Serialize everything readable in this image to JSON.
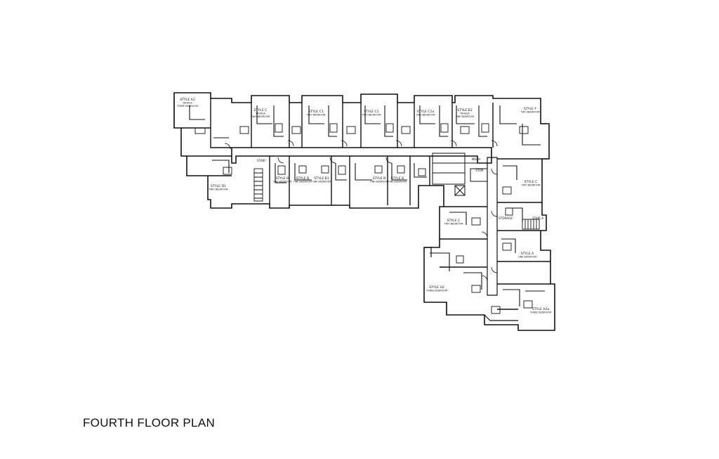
{
  "caption": "FOURTH FLOOR PLAN",
  "colors": {
    "line": "#111111",
    "background": "#ffffff"
  },
  "units": [
    {
      "name": "STYLE A2",
      "sub": [
        "YAHASA",
        "THREE BEDROOM"
      ]
    },
    {
      "name": "STYLE C",
      "sub": [
        "YAHASA",
        "TWO BEDROOM"
      ]
    },
    {
      "name": "STYLE C1",
      "sub": [
        "TWO BEDROOM"
      ]
    },
    {
      "name": "STYLE C1",
      "sub": [
        "TWO BEDROOM"
      ]
    },
    {
      "name": "STYLE C1a",
      "sub": [
        "TWO BEDROOM"
      ]
    },
    {
      "name": "STYLE B2",
      "sub": [
        "YAHASA",
        "ONE BEDROOM"
      ]
    },
    {
      "name": "STYLE F",
      "sub": [
        "TWO BEDROOM"
      ]
    },
    {
      "name": "STYLE D1",
      "sub": [
        "TWO BEDROOM"
      ]
    },
    {
      "name": "STYLE B",
      "sub": [
        "ONE BEDROOM"
      ]
    },
    {
      "name": "STYLE B",
      "sub": [
        "ONE BEDROOM"
      ]
    },
    {
      "name": "STYLE B1",
      "sub": [
        "ONE BEDROOM"
      ]
    },
    {
      "name": "STYLE B",
      "sub": [
        "ONE BEDROOM"
      ]
    },
    {
      "name": "STYLE B",
      "sub": [
        "ONE BEDROOM"
      ]
    },
    {
      "name": "STYLE C",
      "sub": [
        "TWO BEDROOM"
      ]
    },
    {
      "name": "STYLE C",
      "sub": [
        "TWO BEDROOM"
      ]
    },
    {
      "name": "STYLE A",
      "sub": [
        "ONE BEDROOM"
      ]
    },
    {
      "name": "STYLE H2",
      "sub": [
        "THREE BEDROOM"
      ]
    },
    {
      "name": "STYLE A2a",
      "sub": [
        "THREE BEDROOM"
      ]
    }
  ],
  "service_labels": [
    "STAIR",
    "MECH",
    "STOR",
    "STORAGE",
    "STAIR A"
  ]
}
